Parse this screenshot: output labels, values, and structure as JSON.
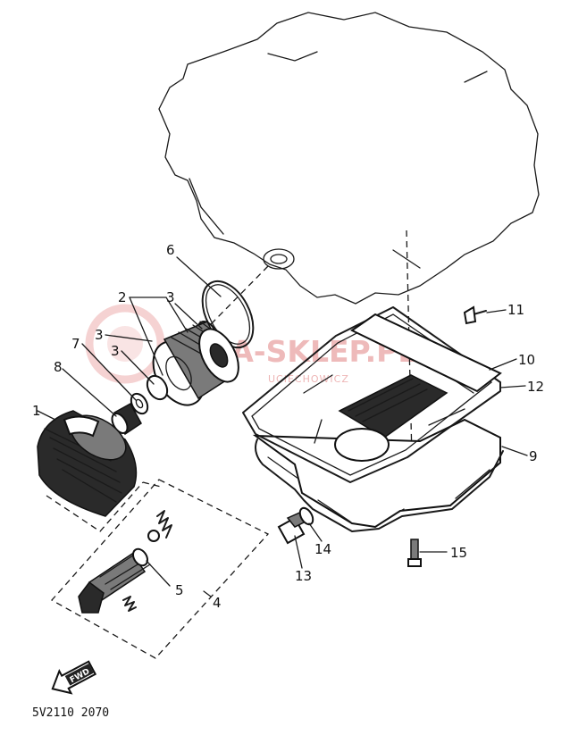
{
  "diagram": {
    "callouts": [
      {
        "id": "1",
        "label": "1"
      },
      {
        "id": "2",
        "label": "2"
      },
      {
        "id": "3a",
        "label": "3"
      },
      {
        "id": "3b",
        "label": "3"
      },
      {
        "id": "3c",
        "label": "3"
      },
      {
        "id": "4",
        "label": "4"
      },
      {
        "id": "5",
        "label": "5"
      },
      {
        "id": "6",
        "label": "6"
      },
      {
        "id": "7",
        "label": "7"
      },
      {
        "id": "8",
        "label": "8"
      },
      {
        "id": "9",
        "label": "9"
      },
      {
        "id": "10",
        "label": "10"
      },
      {
        "id": "11",
        "label": "11"
      },
      {
        "id": "12",
        "label": "12"
      },
      {
        "id": "13",
        "label": "13"
      },
      {
        "id": "14",
        "label": "14"
      },
      {
        "id": "15",
        "label": "15"
      }
    ],
    "watermark": {
      "title": "AMA-SKLEP.PL",
      "subtitle": "UCIECHOWICZ"
    },
    "front_arrow_label": "FWD",
    "drawing_code": "5V2110 2070"
  }
}
